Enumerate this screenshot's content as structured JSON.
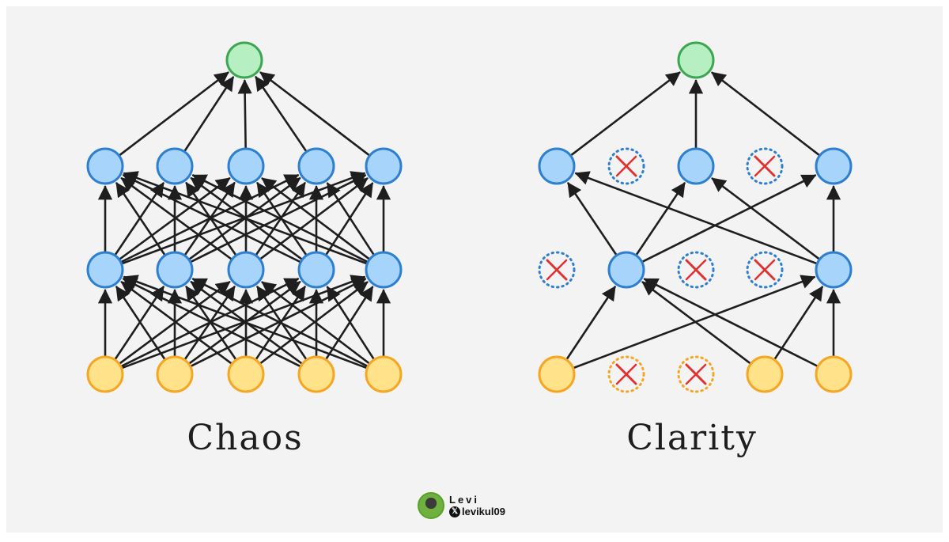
{
  "captions": {
    "left": "Chaos",
    "right": "Clarity"
  },
  "credit": {
    "name": "Levi",
    "handle": "levikul09",
    "icon": "x-logo-icon"
  },
  "colors": {
    "background": "#f3f3f3",
    "input_fill": "#ffe28a",
    "input_stroke": "#f5a623",
    "hidden_fill": "#a6d4fb",
    "hidden_stroke": "#2f7fd0",
    "output_fill": "#b5efc2",
    "output_stroke": "#3ea653",
    "dropout_x": "#e03131",
    "edge": "#1e1e1e"
  },
  "networks": [
    {
      "name": "chaos",
      "layers": [
        {
          "role": "input",
          "nodes": [
            1,
            1,
            1,
            1,
            1
          ]
        },
        {
          "role": "hidden",
          "nodes": [
            1,
            1,
            1,
            1,
            1
          ]
        },
        {
          "role": "hidden",
          "nodes": [
            1,
            1,
            1,
            1,
            1
          ]
        },
        {
          "role": "output",
          "nodes": [
            1
          ]
        }
      ],
      "edges": "full"
    },
    {
      "name": "clarity",
      "layers": [
        {
          "role": "input",
          "nodes": [
            1,
            0,
            0,
            1,
            1
          ]
        },
        {
          "role": "hidden",
          "nodes": [
            0,
            1,
            0,
            0,
            1
          ]
        },
        {
          "role": "hidden",
          "nodes": [
            1,
            0,
            1,
            0,
            1
          ]
        },
        {
          "role": "output",
          "nodes": [
            1
          ]
        }
      ],
      "edges": [
        [
          0,
          0,
          1,
          1
        ],
        [
          0,
          0,
          1,
          4
        ],
        [
          0,
          3,
          1,
          1
        ],
        [
          0,
          3,
          1,
          4
        ],
        [
          0,
          4,
          1,
          1
        ],
        [
          0,
          4,
          1,
          4
        ],
        [
          1,
          1,
          2,
          0
        ],
        [
          1,
          1,
          2,
          2
        ],
        [
          1,
          1,
          2,
          4
        ],
        [
          1,
          4,
          2,
          0
        ],
        [
          1,
          4,
          2,
          2
        ],
        [
          1,
          4,
          2,
          4
        ],
        [
          2,
          0,
          3,
          0
        ],
        [
          2,
          2,
          3,
          0
        ],
        [
          2,
          4,
          3,
          0
        ]
      ]
    }
  ]
}
